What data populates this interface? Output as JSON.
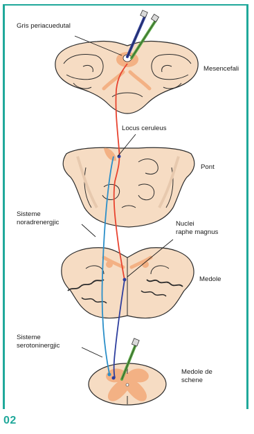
{
  "figure_number": "02",
  "labels": {
    "gris_periacuedutal": "Gris periacuedutal",
    "mesencefali": "Mesencefali",
    "locus_ceruleus": "Locus ceruleus",
    "pont": "Pont",
    "sisteme_noradrenergjic_line1": "Sisteme",
    "sisteme_noradrenergjic_line2": "noradrenergjic",
    "nuclei_raphe_line1": "Nuclei",
    "nuclei_raphe_line2": "raphe magnus",
    "medole": "Medole",
    "sisteme_serotoninergjic_line1": "Sisteme",
    "sisteme_serotoninergjic_line2": "serotoninergjic",
    "medole_de_schene_line1": "Medole de",
    "medole_de_schene_line2": "schene"
  },
  "colors": {
    "frame": "#1fa89a",
    "tissue": "#f6dcc3",
    "tissue_outline": "#2b2b2b",
    "gray_matter": "#f3b184",
    "noradrenergic_pathway": "#e8432f",
    "serotonergic_pathway": "#2b8fc9",
    "descending_pathway": "#2d3e9e",
    "electrode_green": "#5aa845",
    "electrode_blue": "#2f3f9a"
  },
  "icons": {
    "electrode_top": "electrode-pair-icon",
    "electrode_bottom": "electrode-pair-icon"
  }
}
